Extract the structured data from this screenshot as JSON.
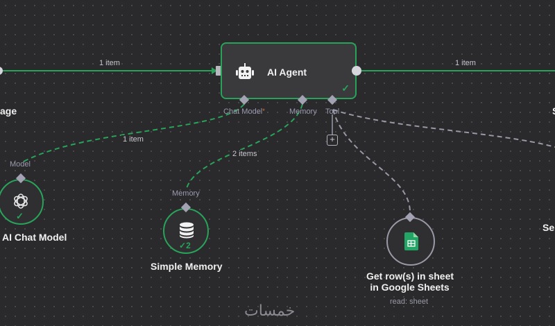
{
  "canvas": {
    "colors": {
      "background": "#2a2a2c",
      "success_green": "#29a35a",
      "handle_grey": "#a2a2b2",
      "node_fill": "#3a3a3d",
      "sheets_green": "#23a566"
    }
  },
  "edges": {
    "main_in_label": "1 item",
    "main_out_label": "1 item",
    "chat_model_label": "1 item",
    "memory_label": "2 items"
  },
  "agent": {
    "title": "AI Agent",
    "icon": "robot-icon",
    "status": "success",
    "ports": {
      "chat_model": "Chat Model",
      "chat_model_required": "*",
      "memory": "Memory",
      "tool": "Tool"
    }
  },
  "left_partial": {
    "title": "age"
  },
  "right_partial": {
    "top_title": "S",
    "bottom_title": "Se"
  },
  "chat_model_node": {
    "port_label": "Model",
    "title": "AI Chat Model",
    "icon": "openai-icon",
    "status": "success"
  },
  "memory_node": {
    "port_label": "Memory",
    "title": "Simple Memory",
    "icon": "database-icon",
    "status_count": "2"
  },
  "sheets_node": {
    "title_line1": "Get row(s) in sheet",
    "title_line2": "in Google Sheets",
    "subtitle": "read: sheet",
    "icon": "google-sheets-icon"
  },
  "add_tool_button": {
    "label": "+"
  },
  "watermark": {
    "text": "خمسات"
  }
}
